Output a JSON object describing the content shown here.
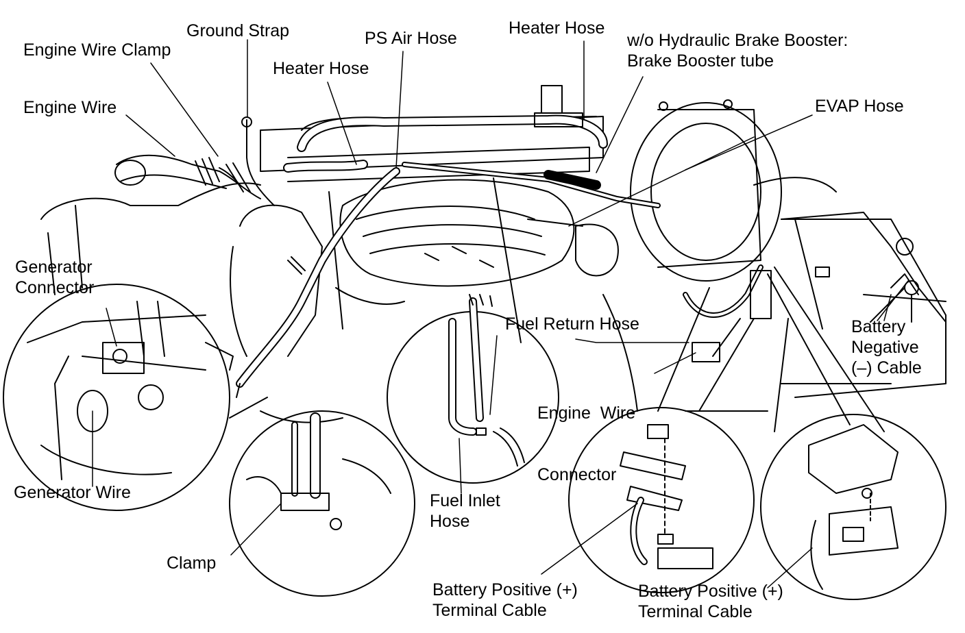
{
  "labels": {
    "ground_strap": "Ground Strap",
    "engine_wire_clamp": "Engine Wire Clamp",
    "ps_air_hose": "PS Air Hose",
    "heater_hose_top": "Heater Hose",
    "heater_hose_left": "Heater Hose",
    "brake_booster": [
      "w/o Hydraulic Brake Booster:",
      "Brake Booster tube"
    ],
    "engine_wire": "Engine Wire",
    "evap_hose": "EVAP Hose",
    "generator_connector": [
      "Generator",
      "Connector"
    ],
    "fuel_return_hose": "Fuel Return Hose",
    "battery_negative_cable": [
      "Battery",
      "Negative",
      "(–) Cable"
    ],
    "engine_wire_connector": [
      "Engine  Wire",
      "Connector"
    ],
    "generator_wire": "Generator Wire",
    "fuel_inlet_hose": [
      "Fuel Inlet",
      "Hose"
    ],
    "clamp": "Clamp",
    "battery_positive_left": [
      "Battery Positive (+)",
      "Terminal Cable"
    ],
    "battery_positive_right": [
      "Battery Positive (+)",
      "Terminal Cable"
    ]
  },
  "colors": {
    "ink": "#000000",
    "paper": "#ffffff"
  }
}
